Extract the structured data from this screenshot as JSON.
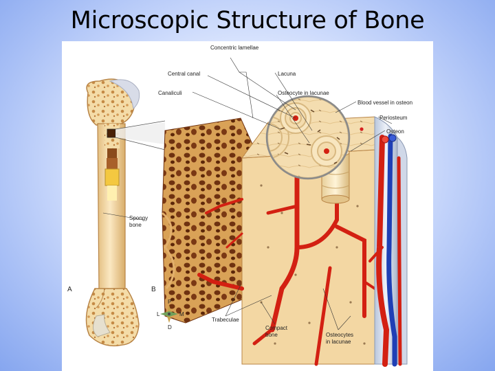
{
  "slide": {
    "title": "Microscopic Structure of Bone"
  },
  "figure": {
    "panel_a_letter": "A",
    "panel_b_letter": "B",
    "labels": {
      "concentric_lamellae": "Concentric lamellae",
      "central_canal": "Central canal",
      "lacuna": "Lacuna",
      "canaliculi": "Canaliculi",
      "osteocyte_in_lacunae": "Osteocyte in lacunae",
      "blood_vessel_in_osteon": "Blood vessel in osteon",
      "periosteum": "Periosteum",
      "osteon": "Osteon",
      "spongy_bone_line1": "Spongy",
      "spongy_bone_line2": "bone",
      "trabeculae": "Trabeculae",
      "compact_bone_line1": "Compact",
      "compact_bone_line2": "bone",
      "osteocytes_line1": "Osteocytes",
      "osteocytes_line2": "in lacunae"
    },
    "compass": {
      "p": "P",
      "l": "L",
      "m": "M",
      "d": "D"
    }
  }
}
